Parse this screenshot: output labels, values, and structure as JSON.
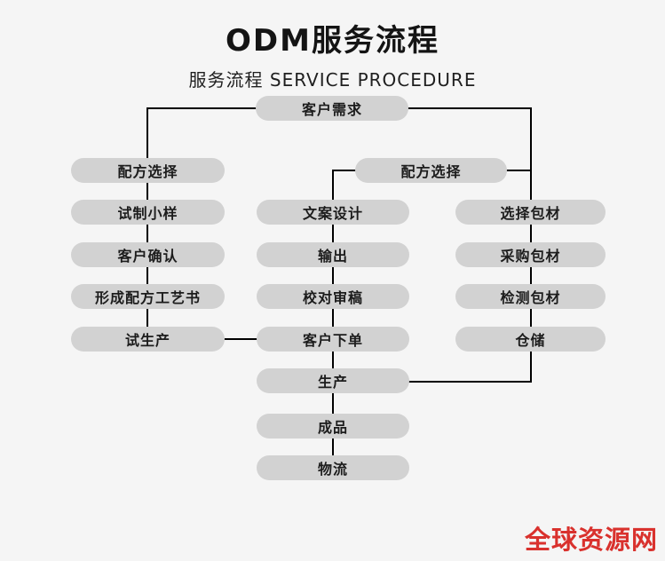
{
  "header": {
    "title": "ODM服务流程",
    "subtitle": "服务流程 SERVICE PROCEDURE"
  },
  "colors": {
    "background": "#f5f5f5",
    "node_fill": "#d2d2d2",
    "connector": "#000000",
    "title_text": "#141414",
    "watermark_red": "#d9312d"
  },
  "flow": {
    "nodes": [
      {
        "id": "customer-demand",
        "label": "客户需求"
      },
      {
        "id": "formula-selection-left",
        "label": "配方选择"
      },
      {
        "id": "formula-selection-mid",
        "label": "配方选择"
      },
      {
        "id": "trial-sample",
        "label": "试制小样"
      },
      {
        "id": "copy-design",
        "label": "文案设计"
      },
      {
        "id": "packaging-selection",
        "label": "选择包材"
      },
      {
        "id": "customer-confirmation",
        "label": "客户确认"
      },
      {
        "id": "output",
        "label": "输出"
      },
      {
        "id": "packaging-purchase",
        "label": "采购包材"
      },
      {
        "id": "formula-process-doc",
        "label": "形成配方工艺书"
      },
      {
        "id": "proofreading",
        "label": "校对审稿"
      },
      {
        "id": "packaging-inspection",
        "label": "检测包材"
      },
      {
        "id": "trial-production",
        "label": "试生产"
      },
      {
        "id": "customer-order",
        "label": "客户下单"
      },
      {
        "id": "warehousing",
        "label": "仓储"
      },
      {
        "id": "production",
        "label": "生产"
      },
      {
        "id": "finished-product",
        "label": "成品"
      },
      {
        "id": "logistics",
        "label": "物流"
      }
    ]
  },
  "watermark": {
    "text": "全球资源网"
  }
}
